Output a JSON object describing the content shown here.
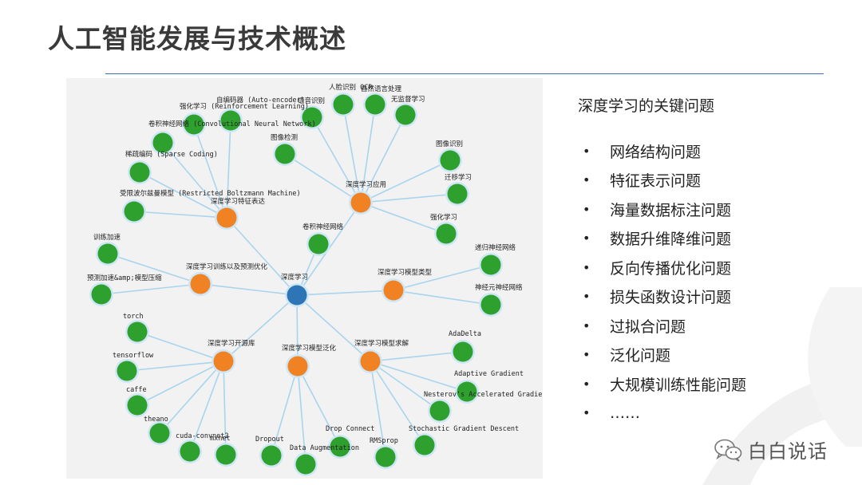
{
  "slide": {
    "title": "人工智能发展与技术概述",
    "accent_color": "#3f6fb5"
  },
  "graph": {
    "colors": {
      "root": "#2e75b6",
      "hub": "#f08224",
      "leaf": "#2ea02e",
      "edge": "#a8d4ee",
      "halo": "#cfe6f5"
    },
    "root": {
      "id": "root",
      "label": "深度学习"
    },
    "hubs": [
      {
        "id": "feature",
        "label": "深度学习特征表达"
      },
      {
        "id": "apply",
        "label": "深度学习应用"
      },
      {
        "id": "train",
        "label": "深度学习训练以及预测优化"
      },
      {
        "id": "model",
        "label": "深度学习模型类型"
      },
      {
        "id": "open",
        "label": "深度学习开源库"
      },
      {
        "id": "general",
        "label": "深度学习模型泛化"
      },
      {
        "id": "solve",
        "label": "深度学习模型求解"
      }
    ],
    "leaves": [
      {
        "id": "rl",
        "parent": "feature",
        "label": "强化学习 (Reinforcement Learning)"
      },
      {
        "id": "ae",
        "parent": "feature",
        "label": "自编码器 (Auto-encoder)"
      },
      {
        "id": "cnnfull",
        "parent": "feature",
        "label": "卷积神经网络 (Convolutional Neural Network)"
      },
      {
        "id": "sparse",
        "parent": "feature",
        "label": "稀疏编码 (Sparse Coding)"
      },
      {
        "id": "rbm",
        "parent": "feature",
        "label": "受限波尔兹曼模型 (Restricted Boltzmann Machine)"
      },
      {
        "id": "speech",
        "parent": "apply",
        "label": "语音识别"
      },
      {
        "id": "face",
        "parent": "apply",
        "label": "人脸识别 OCR"
      },
      {
        "id": "nlp",
        "parent": "apply",
        "label": "自然语言处理"
      },
      {
        "id": "unsup",
        "parent": "apply",
        "label": "无监督学习"
      },
      {
        "id": "detect",
        "parent": "apply",
        "label": "图像检测"
      },
      {
        "id": "imgrec",
        "parent": "apply",
        "label": "图像识别"
      },
      {
        "id": "transfer",
        "parent": "apply",
        "label": "迁移学习"
      },
      {
        "id": "rl2",
        "parent": "apply",
        "label": "强化学习"
      },
      {
        "id": "cnn",
        "parent": "root",
        "label": "卷积神经网络"
      },
      {
        "id": "speedup",
        "parent": "train",
        "label": "训练加速"
      },
      {
        "id": "compress",
        "parent": "train",
        "label": "预测加速&amp;模型压缩"
      },
      {
        "id": "rnn",
        "parent": "model",
        "label": "递归神经网络"
      },
      {
        "id": "neuron",
        "parent": "model",
        "label": "神经元神经网络"
      },
      {
        "id": "torch",
        "parent": "open",
        "label": "torch"
      },
      {
        "id": "tf",
        "parent": "open",
        "label": "tensorflow"
      },
      {
        "id": "caffe",
        "parent": "open",
        "label": "caffe"
      },
      {
        "id": "theano",
        "parent": "open",
        "label": "theano"
      },
      {
        "id": "cudaconv",
        "parent": "open",
        "label": "cuda-convnet2"
      },
      {
        "id": "mxnet",
        "parent": "open",
        "label": "mxnet"
      },
      {
        "id": "dropout",
        "parent": "general",
        "label": "Dropout"
      },
      {
        "id": "dataaug",
        "parent": "general",
        "label": "Data Augmentation"
      },
      {
        "id": "dropconn",
        "parent": "general",
        "label": "Drop Connect"
      },
      {
        "id": "adadelta",
        "parent": "solve",
        "label": "AdaDelta"
      },
      {
        "id": "adagrad",
        "parent": "solve",
        "label": "Adaptive Gradient"
      },
      {
        "id": "nesterov",
        "parent": "solve",
        "label": "Nesterov's Accelerated Gradient"
      },
      {
        "id": "sgd",
        "parent": "solve",
        "label": "Stochastic Gradient Descent"
      },
      {
        "id": "rmsprop",
        "parent": "solve",
        "label": "RMSprop"
      }
    ]
  },
  "side": {
    "heading": "深度学习的关键问题",
    "bullet": "•",
    "items": [
      "网络结构问题",
      "特征表示问题",
      "海量数据标注问题",
      "数据升维降维问题",
      "反向传播优化问题",
      "损失函数设计问题",
      "过拟合问题",
      "泛化问题",
      "大规模训练性能问题",
      "……"
    ]
  },
  "footer": {
    "icon": "wechat-icon",
    "brand": "白白说话"
  }
}
